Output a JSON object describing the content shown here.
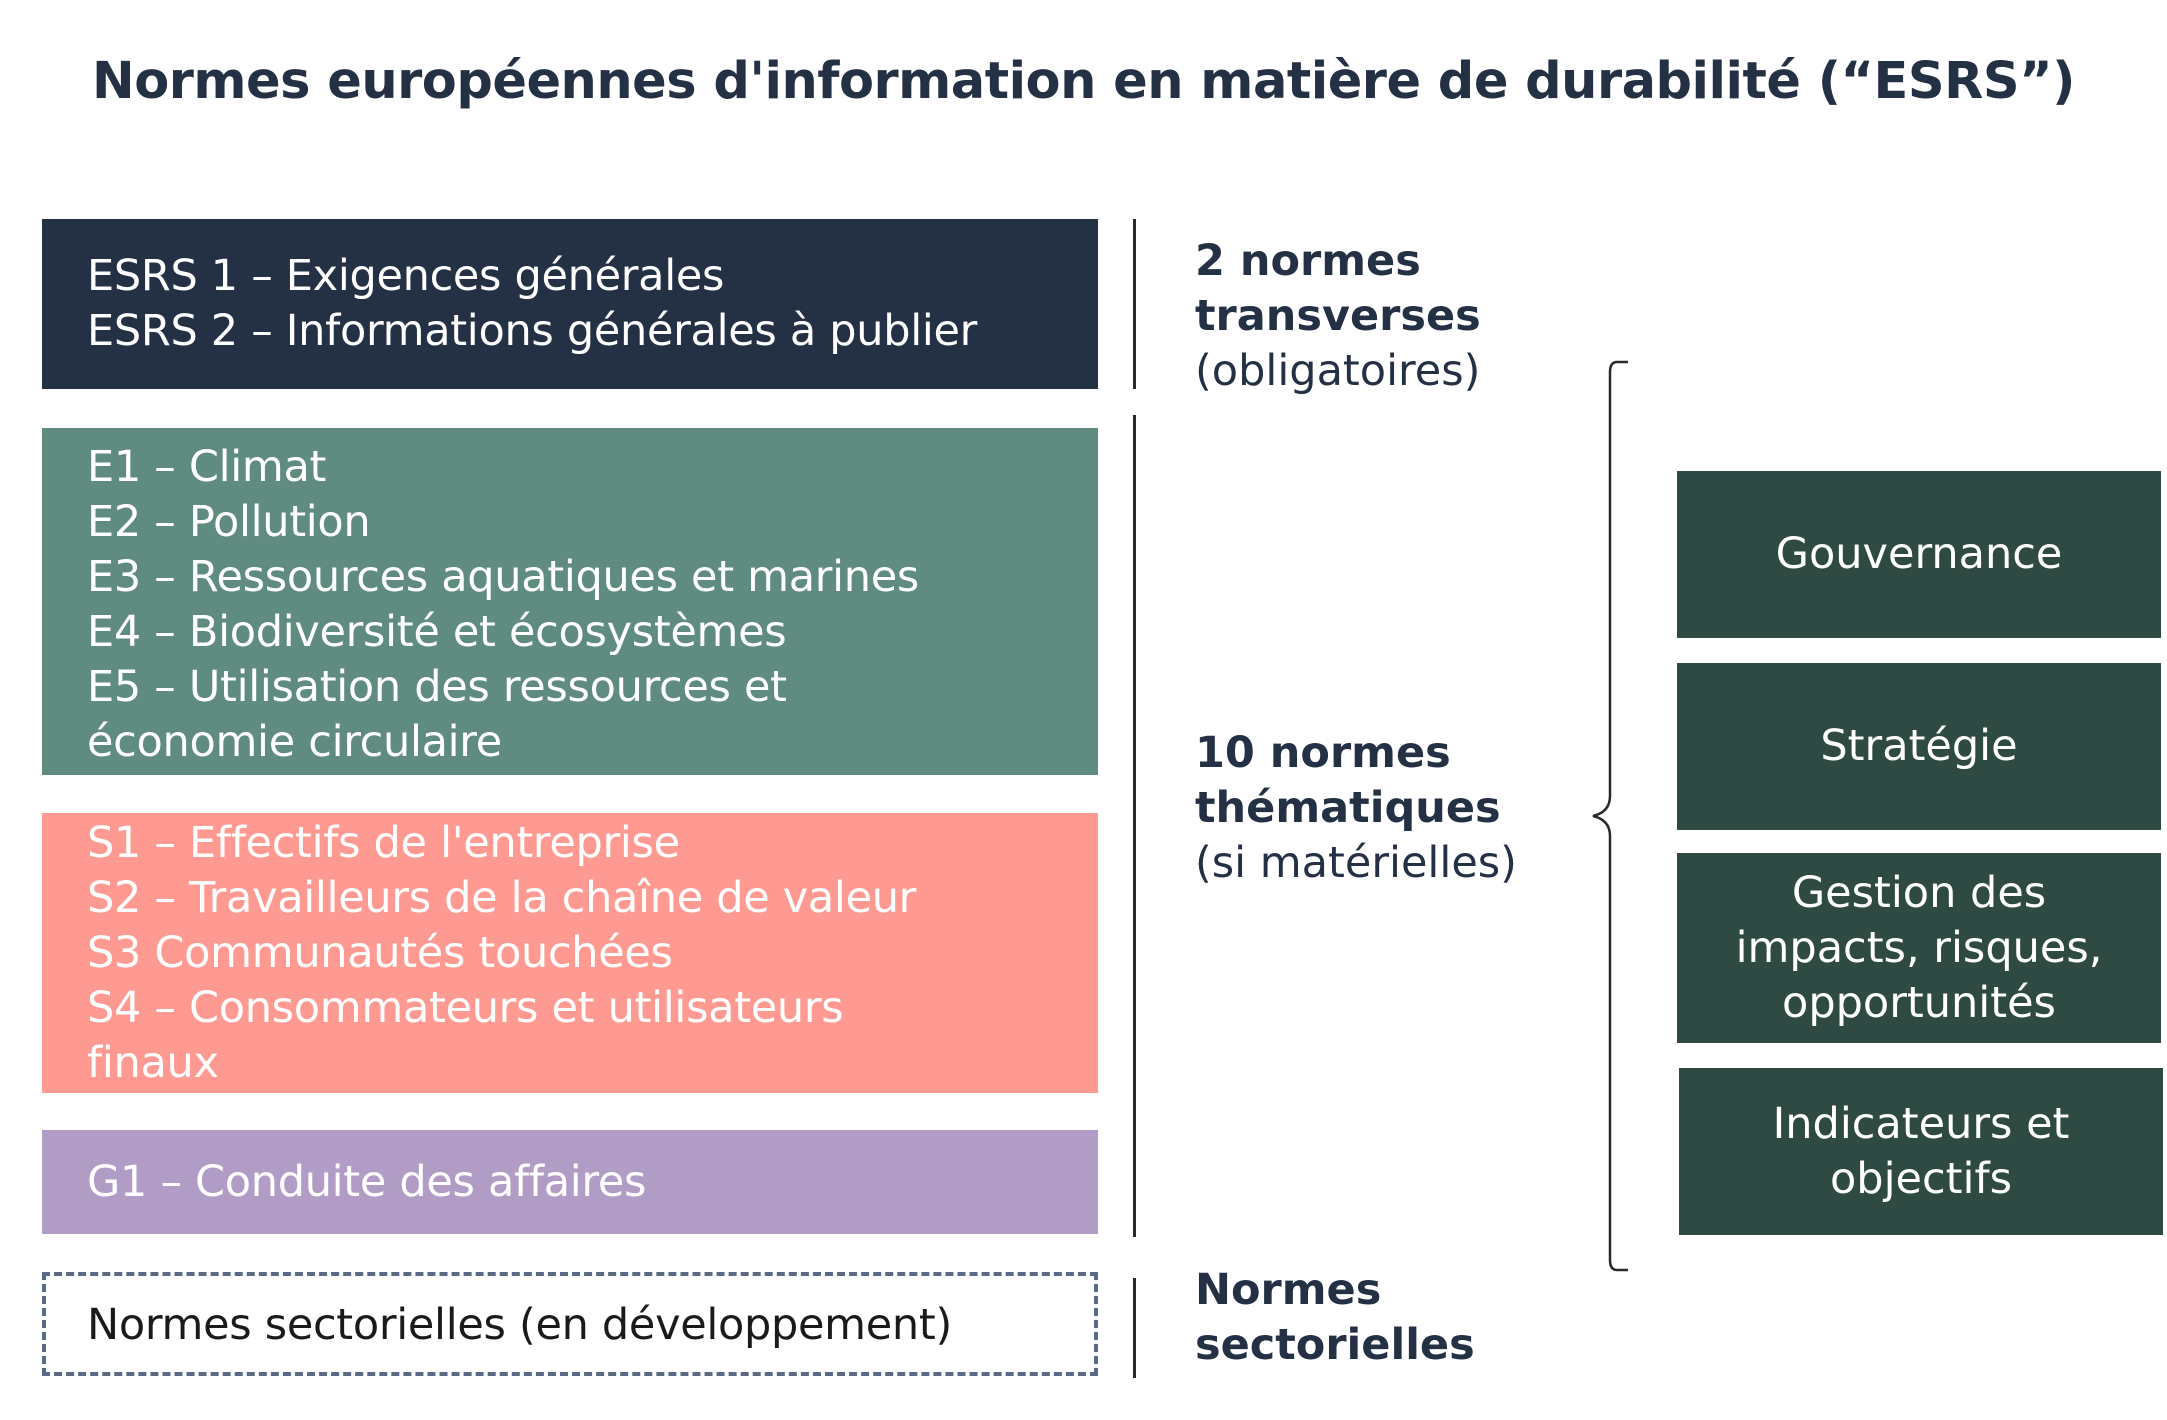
{
  "title": "Normes européennes d'information en matière de durabilité (“ESRS”)",
  "general": {
    "lines": [
      "ESRS 1 – Exigences générales",
      "ESRS 2 – Informations générales à publier"
    ],
    "color": "#243044"
  },
  "environment": {
    "lines": [
      "E1 – Climat",
      "E2 – Pollution",
      "E3 – Ressources aquatiques et marines",
      "E4 –  Biodiversité et écosystèmes",
      "E5 – Utilisation des ressources et",
      "économie circulaire"
    ],
    "color": "#5f8b80"
  },
  "social": {
    "lines": [
      "S1 – Effectifs de l'entreprise",
      "S2 – Travailleurs de la chaîne de valeur",
      "S3 Communautés touchées",
      "S4 – Consommateurs et utilisateurs",
      "finaux"
    ],
    "color": "#fe9a92"
  },
  "governance": {
    "lines": [
      "G1 – Conduite des affaires"
    ],
    "color": "#b09cc5"
  },
  "sector": {
    "lines": [
      "Normes sectorielles (en développement)"
    ]
  },
  "side_labels": {
    "transverses": {
      "bold": [
        "2 normes",
        "transverses"
      ],
      "normal": "(obligatoires)"
    },
    "thematiques": {
      "bold": [
        "10 normes",
        "thématiques"
      ],
      "normal": "(si matérielles)"
    },
    "sectorielles": {
      "bold": [
        "Normes",
        "sectorielles"
      ]
    }
  },
  "pillars": [
    {
      "lines": [
        "Gouvernance"
      ]
    },
    {
      "lines": [
        "Stratégie"
      ]
    },
    {
      "lines": [
        "Gestion des",
        "impacts, risques,",
        "opportunités"
      ]
    },
    {
      "lines": [
        "Indicateurs et",
        "objectifs"
      ]
    }
  ],
  "pillar_color": "#2e4a42"
}
